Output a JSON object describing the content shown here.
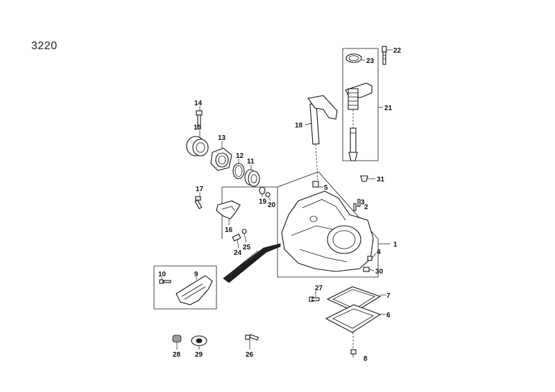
{
  "title": "3220",
  "callouts": [
    {
      "id": "c1",
      "label": "1"
    },
    {
      "id": "c2",
      "label": "2"
    },
    {
      "id": "c3",
      "label": "3"
    },
    {
      "id": "c4",
      "label": "4"
    },
    {
      "id": "c5",
      "label": "5"
    },
    {
      "id": "c6",
      "label": "6"
    },
    {
      "id": "c7",
      "label": "7"
    },
    {
      "id": "c8",
      "label": "8"
    },
    {
      "id": "c9",
      "label": "9"
    },
    {
      "id": "c10",
      "label": "10"
    },
    {
      "id": "c11",
      "label": "11"
    },
    {
      "id": "c12",
      "label": "12"
    },
    {
      "id": "c13",
      "label": "13"
    },
    {
      "id": "c14",
      "label": "14"
    },
    {
      "id": "c15",
      "label": "15"
    },
    {
      "id": "c16",
      "label": "16"
    },
    {
      "id": "c17",
      "label": "17"
    },
    {
      "id": "c18",
      "label": "18"
    },
    {
      "id": "c19",
      "label": "19"
    },
    {
      "id": "c20",
      "label": "20"
    },
    {
      "id": "c21",
      "label": "21"
    },
    {
      "id": "c22",
      "label": "22"
    },
    {
      "id": "c23",
      "label": "23"
    },
    {
      "id": "c24",
      "label": "24"
    },
    {
      "id": "c25",
      "label": "25"
    },
    {
      "id": "c26",
      "label": "26"
    },
    {
      "id": "c27",
      "label": "27"
    },
    {
      "id": "c28",
      "label": "28"
    },
    {
      "id": "c29",
      "label": "29"
    },
    {
      "id": "c30",
      "label": "30"
    },
    {
      "id": "c31",
      "label": "31"
    }
  ]
}
